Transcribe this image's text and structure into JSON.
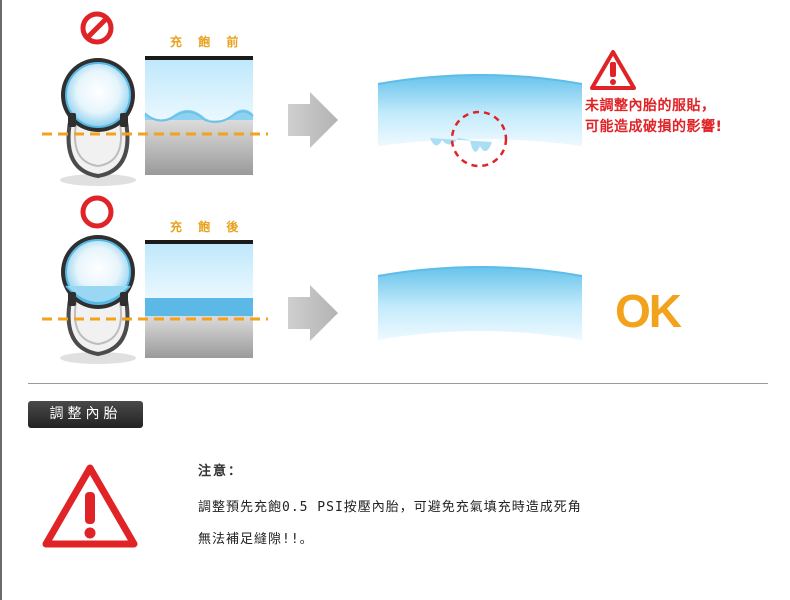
{
  "comparison": {
    "before": {
      "status_icon": "prohibited-icon",
      "label": "充 飽 前",
      "warning_icon": "warning-triangle-icon",
      "warning_line1": "未調整內胎的服貼，",
      "warning_line2": "可能造成破損的影響!"
    },
    "after": {
      "status_icon": "correct-circle-icon",
      "label": "充 飽 後",
      "result": "OK"
    },
    "arrow_icon": "arrow-right-icon"
  },
  "section": {
    "title": "調整內胎"
  },
  "notice": {
    "icon": "warning-triangle-icon",
    "title": "注意：",
    "line1": "調整預先充飽0.5 PSI按壓內胎，可避免充氣填充時造成死角",
    "line2": "無法補足縫隙!!。"
  },
  "colors": {
    "red": "#e02327",
    "orange": "#f3a21b",
    "tube_blue": "#7fcdf0",
    "header_dark": "#2b2b2b"
  }
}
